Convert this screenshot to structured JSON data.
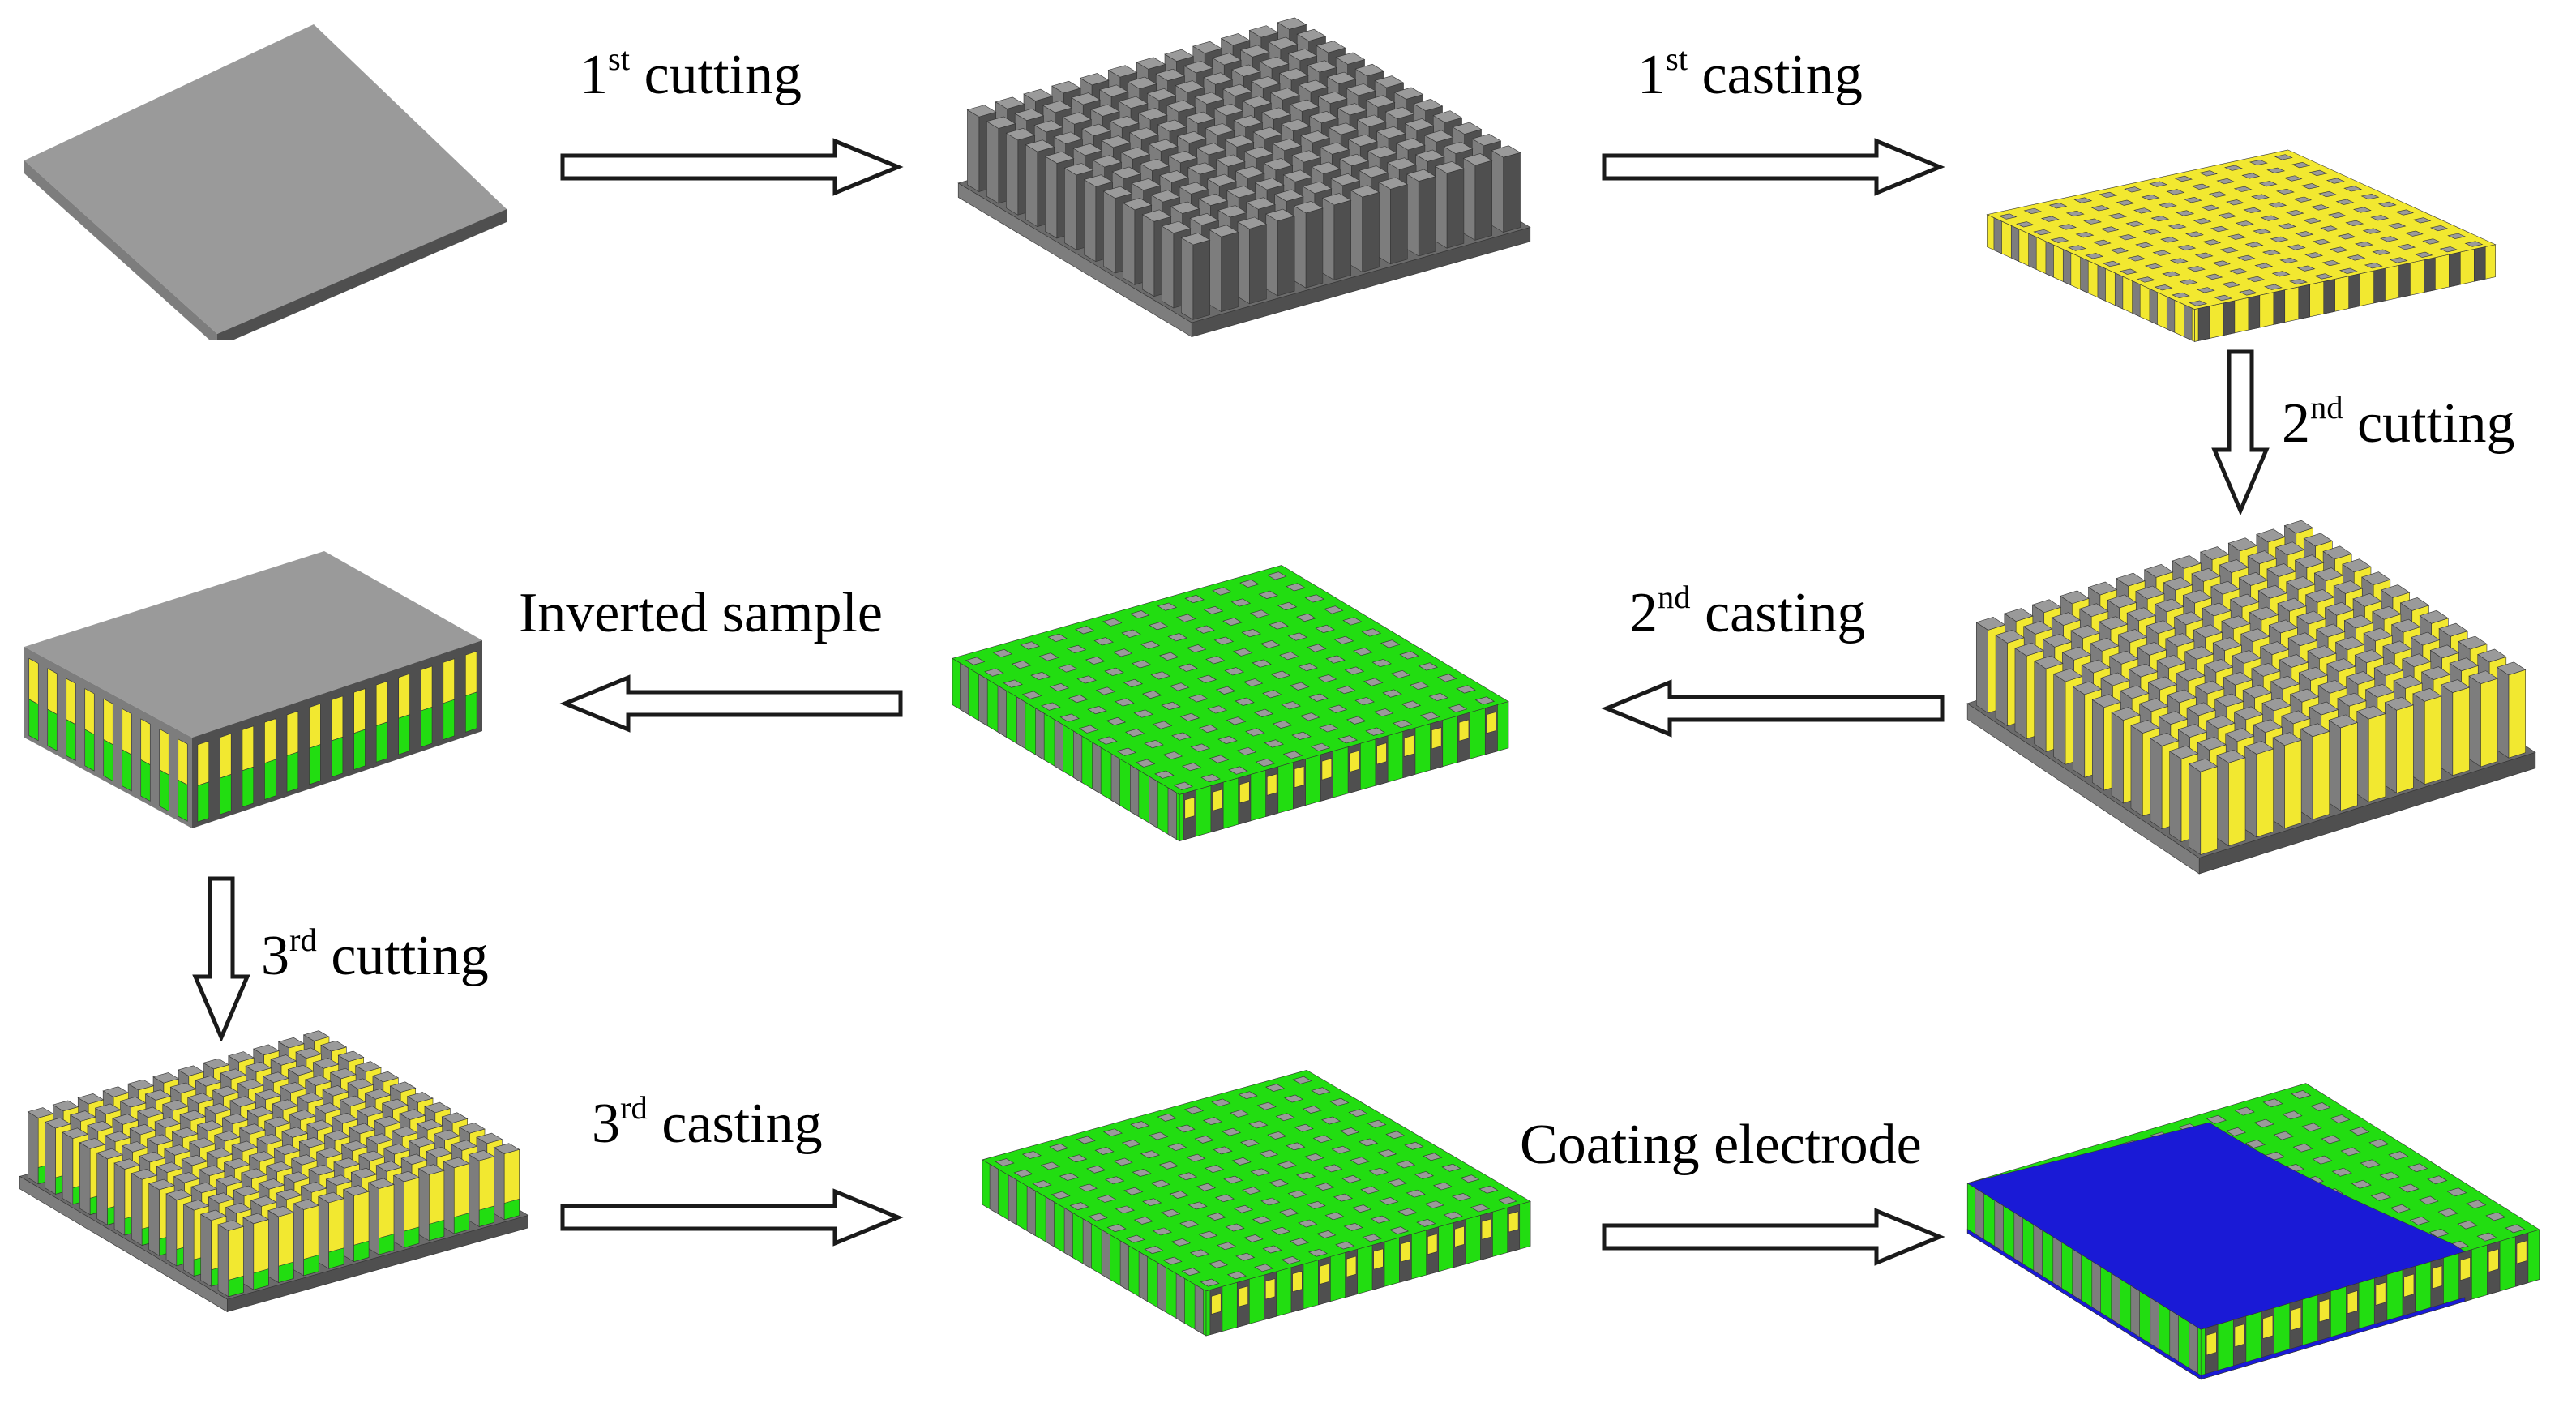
{
  "diagram": {
    "steps": [
      {
        "id": "cut1",
        "num": "1",
        "sup": "st",
        "text": "cutting"
      },
      {
        "id": "cast1",
        "num": "1",
        "sup": "st",
        "text": "casting"
      },
      {
        "id": "cut2",
        "num": "2",
        "sup": "nd",
        "text": "cutting"
      },
      {
        "id": "cast2",
        "num": "2",
        "sup": "nd",
        "text": "casting"
      },
      {
        "id": "invert",
        "num": "",
        "sup": "",
        "text": "Inverted sample"
      },
      {
        "id": "cut3",
        "num": "3",
        "sup": "rd",
        "text": "cutting"
      },
      {
        "id": "cast3",
        "num": "3",
        "sup": "rd",
        "text": "casting"
      },
      {
        "id": "coat",
        "num": "",
        "sup": "",
        "text": "Coating electrode"
      }
    ],
    "colors": {
      "ceramic_top": "#9a9a9a",
      "ceramic_left": "#7d7d7d",
      "ceramic_right": "#4f4f4f",
      "epoxy_1": "#f2e830",
      "epoxy_2": "#22dd11",
      "electrode": "#1a1ad6",
      "arrow_stroke": "#1a1a1a"
    }
  }
}
